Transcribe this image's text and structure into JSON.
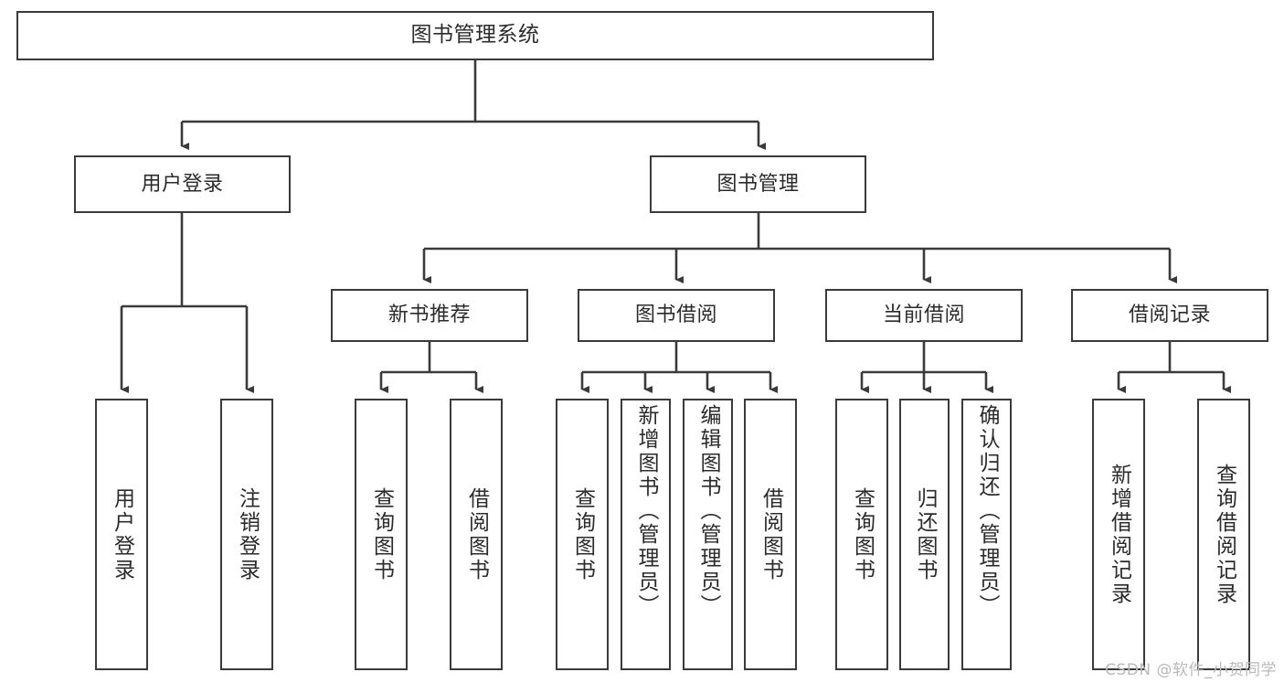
{
  "diagram": {
    "title": "图书管理系统",
    "type": "tree",
    "colors": {
      "node_border": "#3a3a3a",
      "node_fill": "#ffffff",
      "edge": "#3a3a3a",
      "text": "#2b2b2b",
      "watermark": "#b9b9b9",
      "background": "#ffffff"
    },
    "watermark": "CSDN @软件_小贺同学",
    "nodes": {
      "root": {
        "label": "图书管理系统"
      },
      "level2": [
        {
          "id": "user-login",
          "label": "用户登录"
        },
        {
          "id": "book-manage",
          "label": "图书管理"
        }
      ],
      "level3": [
        {
          "id": "new-book-recommend",
          "label": "新书推荐"
        },
        {
          "id": "book-borrow",
          "label": "图书借阅"
        },
        {
          "id": "current-borrow",
          "label": "当前借阅"
        },
        {
          "id": "borrow-record",
          "label": "借阅记录"
        }
      ],
      "leaves": {
        "user_login": [
          {
            "id": "leaf-user-login",
            "label": "用户登录"
          },
          {
            "id": "leaf-logout",
            "label": "注销登录"
          }
        ],
        "new_book_recommend": [
          {
            "id": "leaf-query-book-1",
            "label": "查询图书"
          },
          {
            "id": "leaf-borrow-book-1",
            "label": "借阅图书"
          }
        ],
        "book_borrow": [
          {
            "id": "leaf-query-book-2",
            "label": "查询图书"
          },
          {
            "id": "leaf-add-book",
            "label": "新增图书（管理员）"
          },
          {
            "id": "leaf-edit-book",
            "label": "编辑图书（管理员）"
          },
          {
            "id": "leaf-borrow-book-2",
            "label": "借阅图书"
          }
        ],
        "current_borrow": [
          {
            "id": "leaf-query-book-3",
            "label": "查询图书"
          },
          {
            "id": "leaf-return-book",
            "label": "归还图书"
          },
          {
            "id": "leaf-confirm-return",
            "label": "确认归还（管理员）"
          }
        ],
        "borrow_record": [
          {
            "id": "leaf-add-record",
            "label": "新增借阅记录"
          },
          {
            "id": "leaf-query-record",
            "label": "查询借阅记录"
          }
        ]
      }
    }
  }
}
